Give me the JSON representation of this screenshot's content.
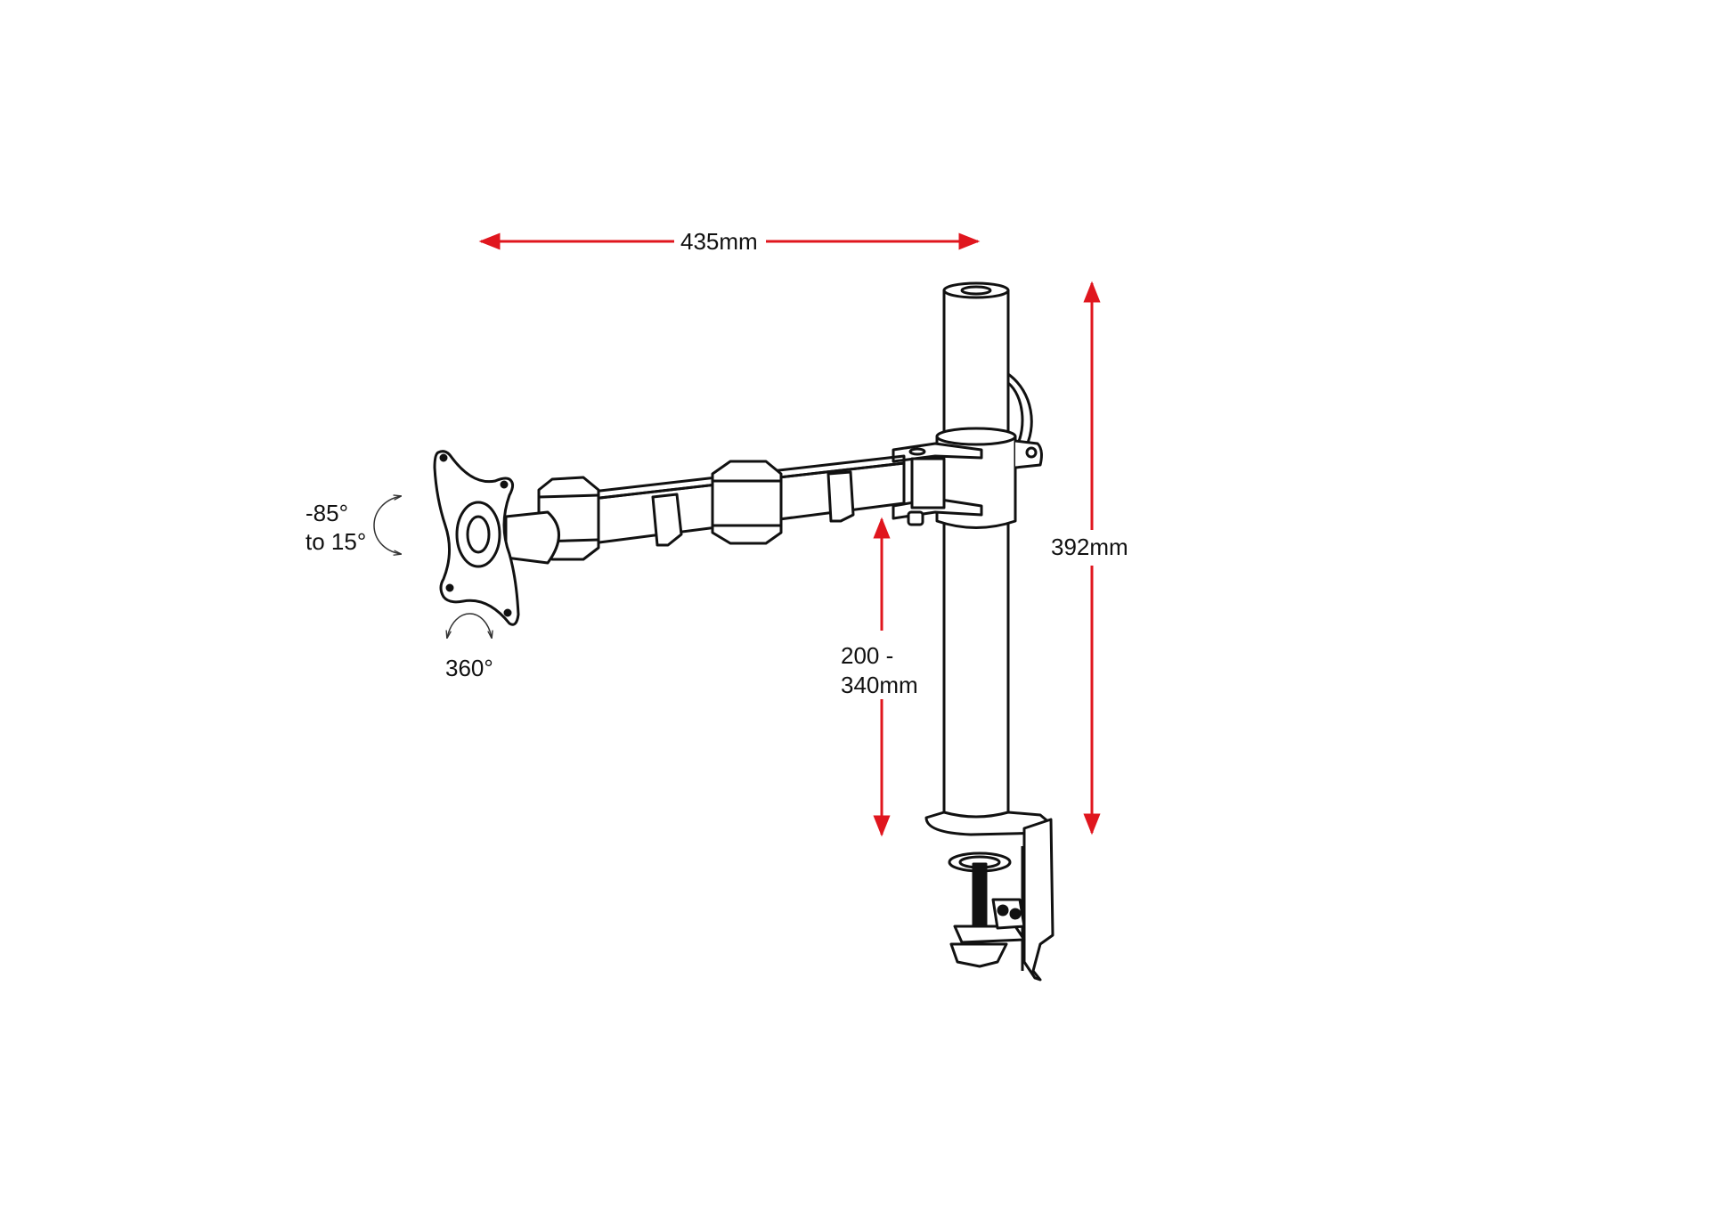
{
  "diagram": {
    "subject": "Single monitor desk mount arm with pole and desk clamp",
    "colors": {
      "dimension": "#e0161e",
      "line": "#111111",
      "background": "#ffffff"
    },
    "dimensions": {
      "arm_reach": "435mm",
      "pole_height": "392mm",
      "arm_height_line1": "200 -",
      "arm_height_line2": "340mm"
    },
    "rotations": {
      "tilt_line1": "-85°",
      "tilt_line2": "to 15°",
      "rotate": "360°"
    }
  }
}
